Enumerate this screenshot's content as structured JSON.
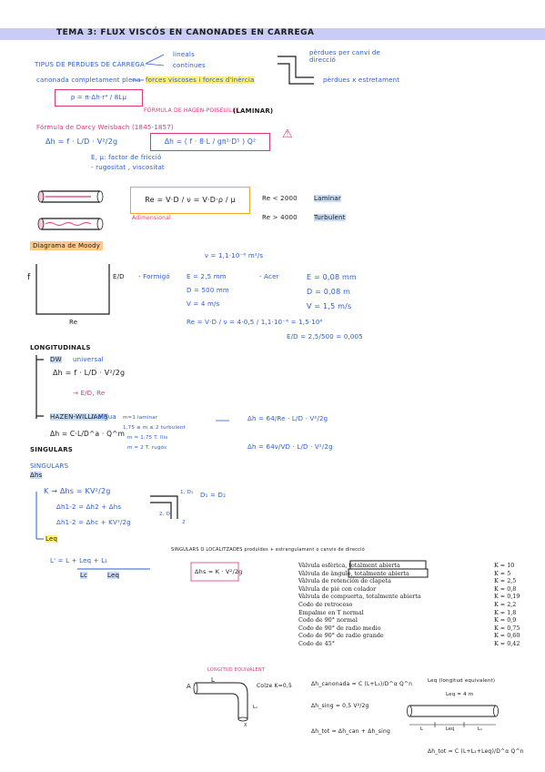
{
  "title": "TEMA 3: FLUX VISCÓS EN CANONADES EN CARREGA",
  "tipus": {
    "label": "TIPUS DE PÈRDUES DE CÀRREGA",
    "lineals": "lineals",
    "continues": "contínues",
    "perdues_canvi": "pèrdues per canvi de direcció",
    "perdues_estret": "pèrdues x estretament"
  },
  "canonada": {
    "label": "canonada completament plena",
    "forces": "forces viscoses i forces d'inèrcia",
    "formula": "p = π·Δh·r⁴ / 8Lμ",
    "hagen": "FÓRMULA DE HAGEN-POISEUILLE",
    "laminar": "(LAMINAR)"
  },
  "darcy": {
    "label": "Fórmula de Darcy Weisbach (1845-1857)",
    "eq_left": "Δh = f · L/D · V²/2g",
    "eq_box": "Δh = ( f · 8·L / gπ²·D⁵ ) Q²",
    "bullet1": "E, μ: factor de fricció",
    "bullet2": "- rugositat , viscositat"
  },
  "reynolds": {
    "eq": "Re = V·D / ν = V·D·ρ / μ",
    "adim": "Adimensional",
    "lam": "Re < 2000",
    "lam_tag": "Laminar",
    "turb": "Re > 4000",
    "turb_tag": "Turbulent"
  },
  "moody": {
    "tag": "Diagrama de Moody",
    "f": "f",
    "eps": "E/D",
    "re": "Re"
  },
  "example": {
    "nu": "ν = 1,1·10⁻⁶ m²/s",
    "formigo": "- Formigó",
    "f_e": "E = 2,5 mm",
    "f_d": "D = 500 mm",
    "f_v": "V = 4 m/s",
    "acer": "- Acer",
    "a_e": "E = 0,08 mm",
    "a_d": "D = 0,08 m",
    "a_v": "V = 1,5 m/s",
    "re_eq": "Re = V·D / ν = 4·0,5 / 1,1·10⁻⁶ = 1,5·10⁶",
    "rel": "E/D = 2,5/500 = 0,005"
  },
  "longitudinals": {
    "head": "LONGITUDINALS",
    "dw": "DW",
    "universal": "universal",
    "eq1": "Δh = f · L/D · V²/2g",
    "eq2": "→ E/D, Re",
    "hw": "HAZEN-WILLIAMS",
    "aigua": "Δ aigua",
    "eq3": "Δh = C·L/D^a · Q^m",
    "n1": "m=1 laminar",
    "n2": "1,75 ≤ m ≤ 2 turbulent",
    "n3": "m = 1,75 T. llis",
    "n4": "m = 2 T. rugós",
    "r1": "Δh = 64/Re · L/D · V²/2g",
    "r2": "Δh = 64ν/VD · L/D · V²/2g"
  },
  "singulars": {
    "head": "SINGULARS",
    "sub": "SINGULARS",
    "tag": "Δhs",
    "k": "K → Δhs = KV²/2g",
    "e1": "Δh1-2 = Δh2 + Δhs",
    "e2": "Δh1-2 = Δhc + KV²/2g",
    "leq": "Leq",
    "d": "D₁ = D₂",
    "p1": "1, D₁",
    "p2": "2, D₂",
    "p3": "2"
  },
  "equiv": {
    "eq": "L' = L + Leq + L₁",
    "tag_lc": "Lc",
    "tag_leq": "Leq"
  },
  "singular_note": "SINGULARS O LOCALITZADES produides + estrangulament o canvis de direcció",
  "singular_box": "Δhs = K · V²/2g",
  "table": [
    {
      "name": "Vàlvula esfèrica, totalment abierta",
      "k": "K = 10"
    },
    {
      "name": "Vàlvula de àngulo, totalmente abierta",
      "k": "K = 5"
    },
    {
      "name": "Vàlvula de retención de clapeta",
      "k": "K = 2,5"
    },
    {
      "name": "Vàlvula de pié con colador",
      "k": "K = 0,8"
    },
    {
      "name": "Vàlvula de compuerta, totalmente abierta",
      "k": "K = 0,19"
    },
    {
      "name": "Codo de retroceso",
      "k": "K = 2,2"
    },
    {
      "name": "Empalme en T normal",
      "k": "K = 1,8"
    },
    {
      "name": "Codo de 90° normal",
      "k": "K = 0,9"
    },
    {
      "name": "Codo de 90° de radio medio",
      "k": "K = 0,75"
    },
    {
      "name": "Codo de 90° de radio grande",
      "k": "K = 0,60"
    },
    {
      "name": "Codo de 45°",
      "k": "K = 0,42"
    }
  ],
  "longitud": {
    "head": "LONGITUD EQUIVALENT",
    "a": "A",
    "l": "L",
    "colze": "Colze  K=0,5",
    "eq1": "Δh_canonada = C (L+L₁)/D^α Q^n",
    "eq2": "Δh_sing = 0,5 V²/2g",
    "eq3": "Δh_tot = Δh_can + Δh_sing",
    "leq_label": "Leq (longitud equivalent)",
    "leq_val": "Leq = 4 m",
    "eq4": "Δh_tot = C (L+L₁+Leq)/D^α Q^n",
    "x": "X",
    "l1": "L₁",
    "lb": "L",
    "leqb": "Leq",
    "l1b": "L₁"
  },
  "colors": {
    "title_bar": "#c9cdf6",
    "blue": "#2a5bd7",
    "pink": "#e0357a",
    "orange": "#f4a32a"
  }
}
